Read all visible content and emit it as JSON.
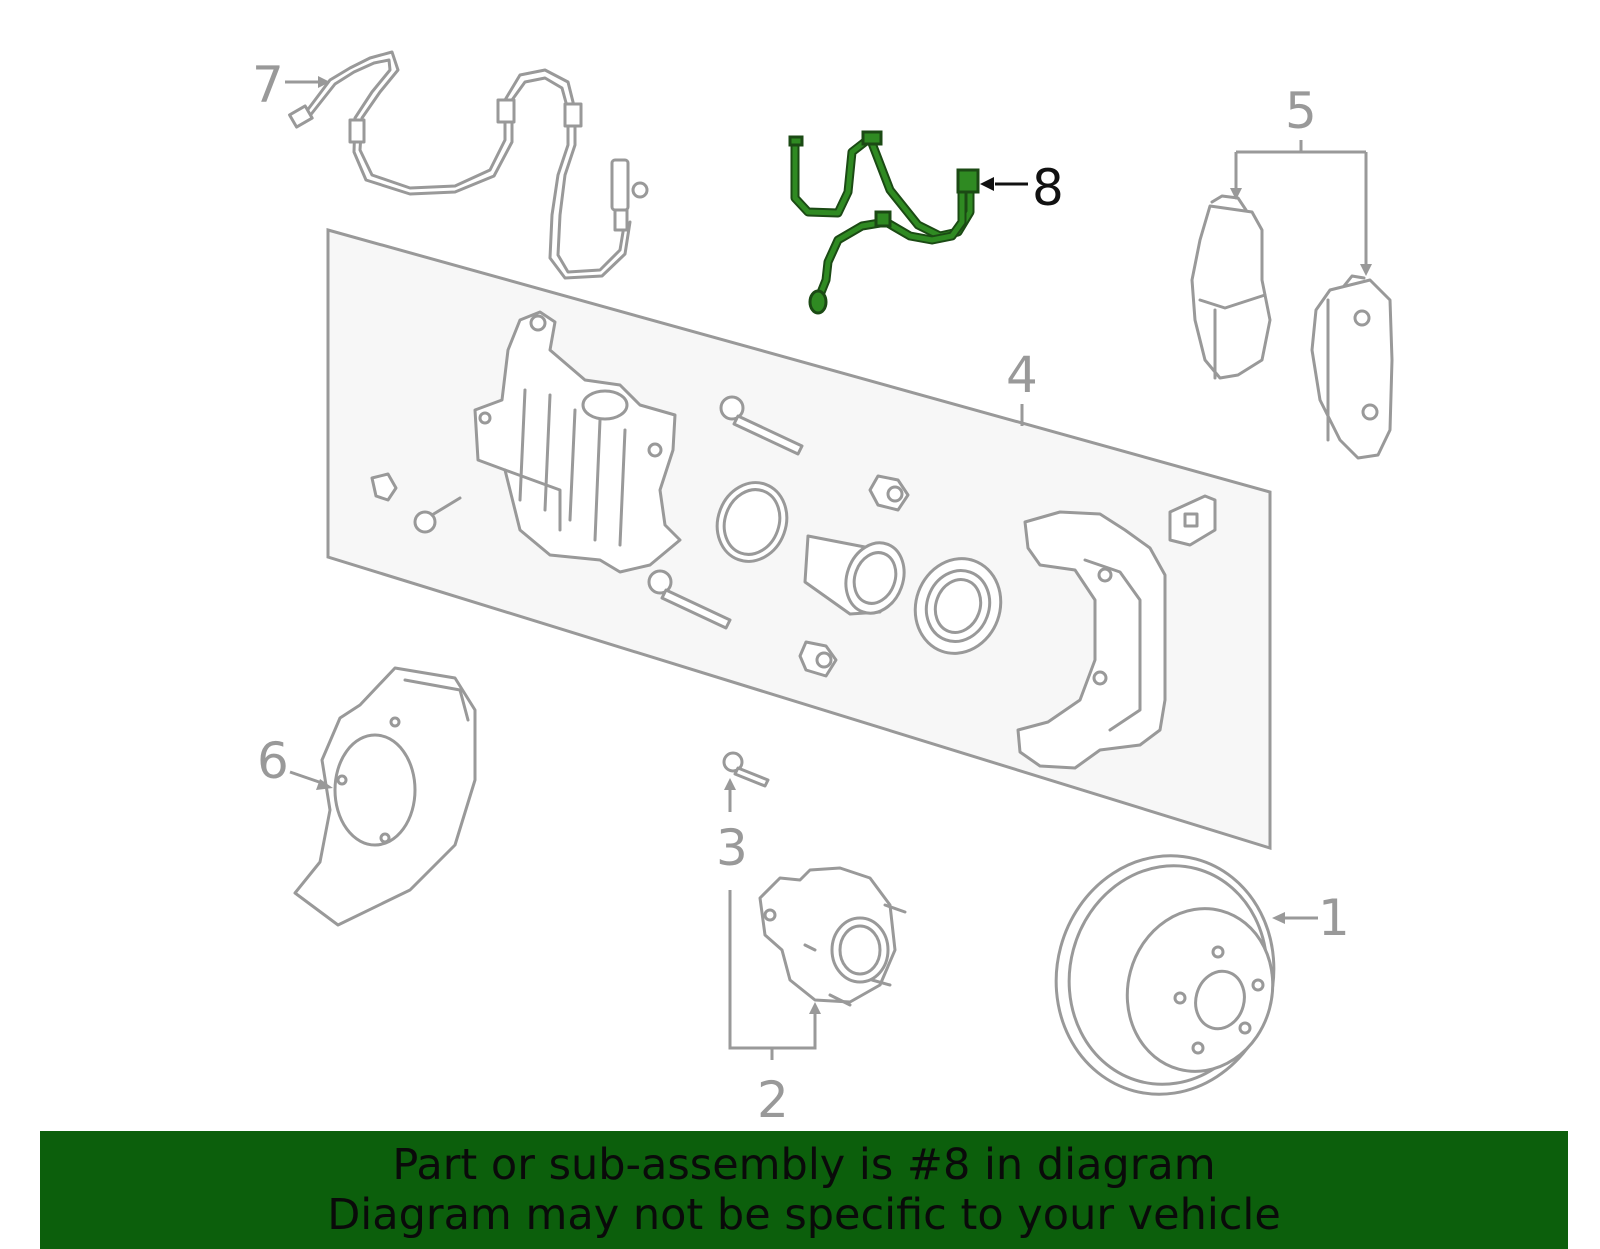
{
  "callouts": {
    "c1": "1",
    "c2": "2",
    "c3": "3",
    "c4": "4",
    "c5": "5",
    "c6": "6",
    "c7": "7",
    "c8": "8"
  },
  "highlight": {
    "part_number": "8",
    "color": "#2f8a22"
  },
  "banner": {
    "line1": "Part or sub-assembly is #8 in diagram",
    "line2": "Diagram may not be specific to your vehicle",
    "background": "#0c5f0c"
  }
}
